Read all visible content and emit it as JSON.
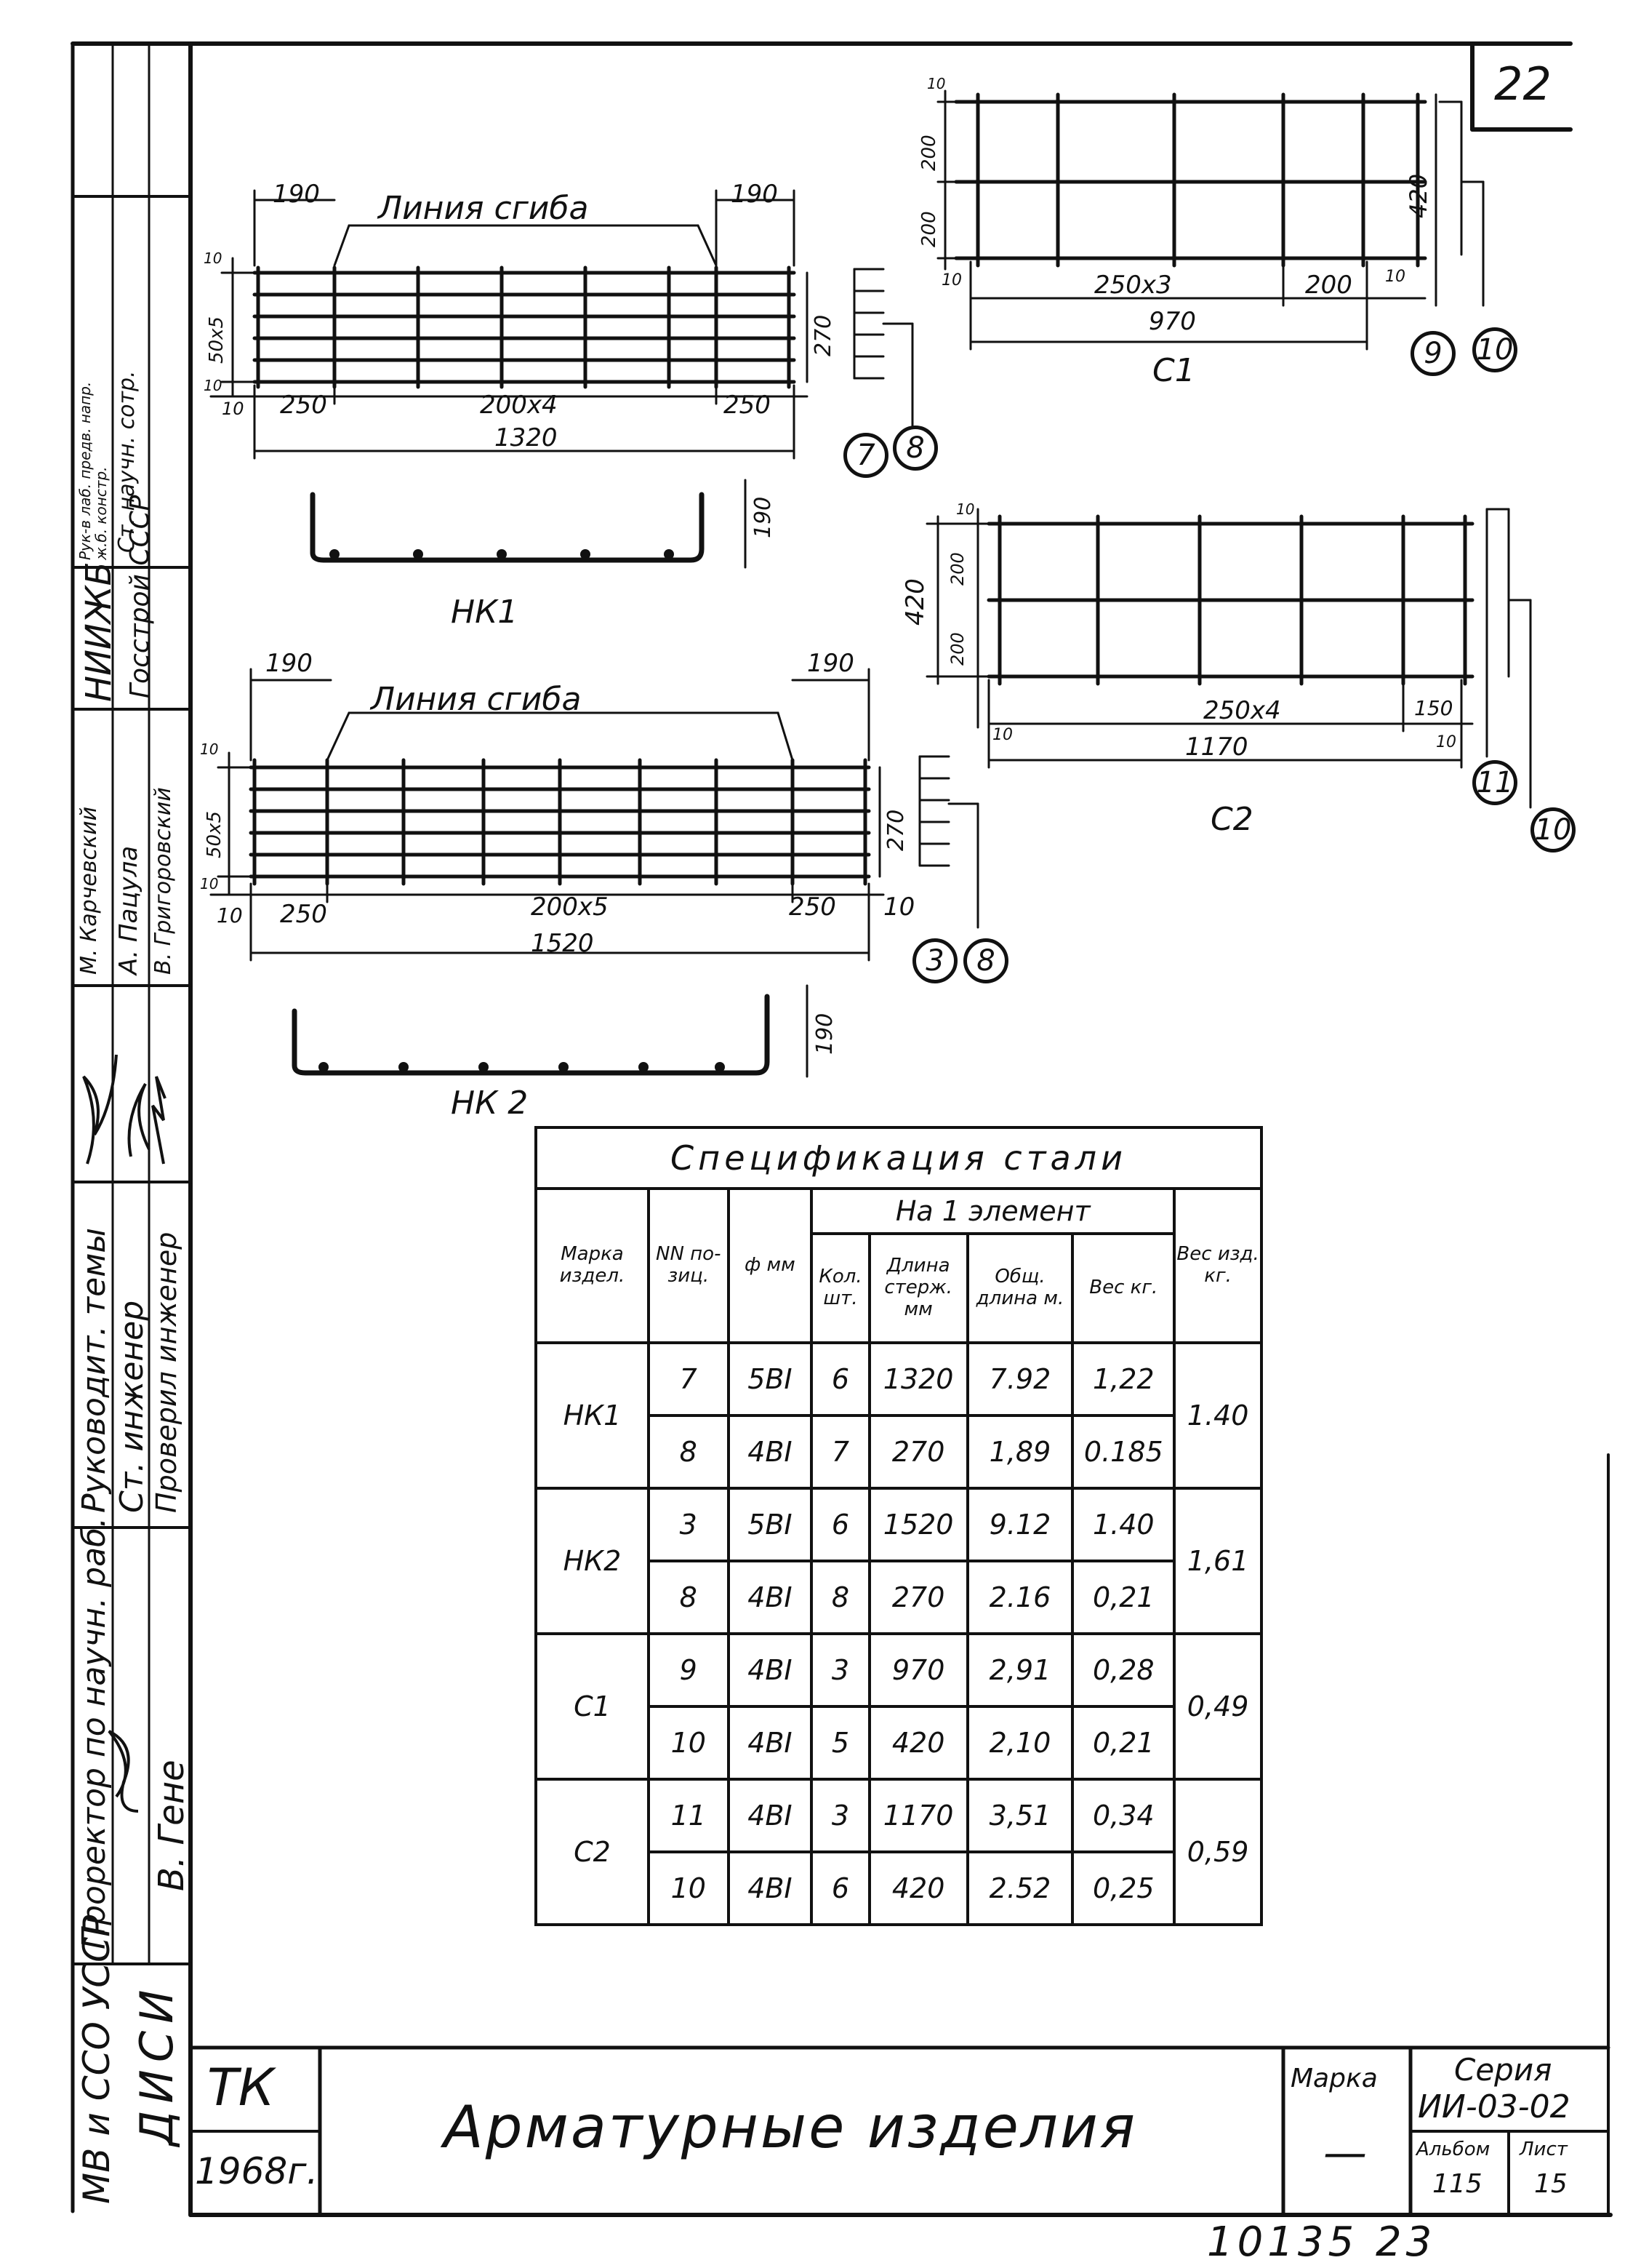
{
  "sheet_number": "22",
  "footer_code": "10135 23",
  "title_block": {
    "code": "ТК",
    "year": "1968г.",
    "title": "Арматурные изделия",
    "marka_label": "Марка",
    "marka_value": "—",
    "series_label": "Серия",
    "series_value": "ИИ-03-02",
    "album_label": "Альбом",
    "album_value": "115",
    "sheet_label": "Лист",
    "sheet_value": "15"
  },
  "side_stamp": {
    "org_line1": "МВ и ССО УССР",
    "org_line2": "ДИСИ",
    "roles_1": "Проректор по научн. раб.",
    "name_1": "В. Гене",
    "roles_2": "Руководит. темы",
    "roles_3": "Ст. инженер",
    "roles_4": "Проверил инженер",
    "name_2": "М. Карчевский",
    "name_3": "А. Пацула",
    "name_4": "В. Григоровский",
    "org_2": "НИИЖБ",
    "org_3": "Госстрой СССР",
    "roles_5": "Рук-в лаб. предв. напр. ж.б. констр.",
    "roles_6": "Ст. научн. сотр."
  },
  "drawings": {
    "nk1": {
      "label": "НК1",
      "bend_line": "Линия сгиба",
      "dim_left": "190",
      "dim_right": "190",
      "dim_spacing": "50х5",
      "dim_height": "270",
      "dim_10a": "10",
      "dim_10b": "10",
      "dim_10c": "10",
      "dim_250a": "250",
      "dim_mid": "200х4",
      "dim_250b": "250",
      "dim_total": "1320",
      "bent_height": "190",
      "pos_a": "7",
      "pos_b": "8"
    },
    "nk2": {
      "label": "НК 2",
      "bend_line": "Линия сгиба",
      "dim_left": "190",
      "dim_right": "190",
      "dim_spacing": "50х5",
      "dim_height": "270",
      "dim_10a": "10",
      "dim_10b": "10",
      "dim_10c": "10",
      "dim_250a": "250",
      "dim_mid": "200х5",
      "dim_250b": "250",
      "dim_total": "1520",
      "bent_height": "190",
      "pos_a": "3",
      "pos_b": "8"
    },
    "c1": {
      "label": "С1",
      "dim_200a": "200",
      "dim_200b": "200",
      "dim_height": "420",
      "dim_10a": "10",
      "dim_10b": "10",
      "dim_10c": "10",
      "dim_mid": "250х3",
      "dim_200c": "200",
      "dim_total": "970",
      "pos_a": "9",
      "pos_b": "10"
    },
    "c2": {
      "label": "С2",
      "dim_200a": "200",
      "dim_200b": "200",
      "dim_height": "420",
      "dim_10a": "10",
      "dim_10b": "10",
      "dim_10c": "10",
      "dim_mid": "250х4",
      "dim_150": "150",
      "dim_total": "1170",
      "pos_a": "11",
      "pos_b": "10"
    }
  },
  "spec": {
    "title": "Спецификация стали",
    "per_element": "На 1 элемент",
    "col_mark": "Марка издел.",
    "col_pos": "NN по- зиц.",
    "col_dia": "ф мм",
    "col_qty": "Кол. шт.",
    "col_len": "Длина стерж. мм",
    "col_total": "Общ. длина м.",
    "col_weight": "Вес кг.",
    "col_item_weight": "Вес изд. кг.",
    "items": [
      {
        "mark": "НК1",
        "weight": "1.40",
        "rows": [
          {
            "pos": "7",
            "dia": "5ВI",
            "qty": "6",
            "len": "1320",
            "total": "7.92",
            "w": "1,22"
          },
          {
            "pos": "8",
            "dia": "4ВI",
            "qty": "7",
            "len": "270",
            "total": "1,89",
            "w": "0.185"
          }
        ]
      },
      {
        "mark": "НК2",
        "weight": "1,61",
        "rows": [
          {
            "pos": "3",
            "dia": "5ВI",
            "qty": "6",
            "len": "1520",
            "total": "9.12",
            "w": "1.40"
          },
          {
            "pos": "8",
            "dia": "4ВI",
            "qty": "8",
            "len": "270",
            "total": "2.16",
            "w": "0,21"
          }
        ]
      },
      {
        "mark": "С1",
        "weight": "0,49",
        "rows": [
          {
            "pos": "9",
            "dia": "4ВI",
            "qty": "3",
            "len": "970",
            "total": "2,91",
            "w": "0,28"
          },
          {
            "pos": "10",
            "dia": "4ВI",
            "qty": "5",
            "len": "420",
            "total": "2,10",
            "w": "0,21"
          }
        ]
      },
      {
        "mark": "С2",
        "weight": "0,59",
        "rows": [
          {
            "pos": "11",
            "dia": "4ВI",
            "qty": "3",
            "len": "1170",
            "total": "3,51",
            "w": "0,34"
          },
          {
            "pos": "10",
            "dia": "4ВI",
            "qty": "6",
            "len": "420",
            "total": "2.52",
            "w": "0,25"
          }
        ]
      }
    ]
  }
}
